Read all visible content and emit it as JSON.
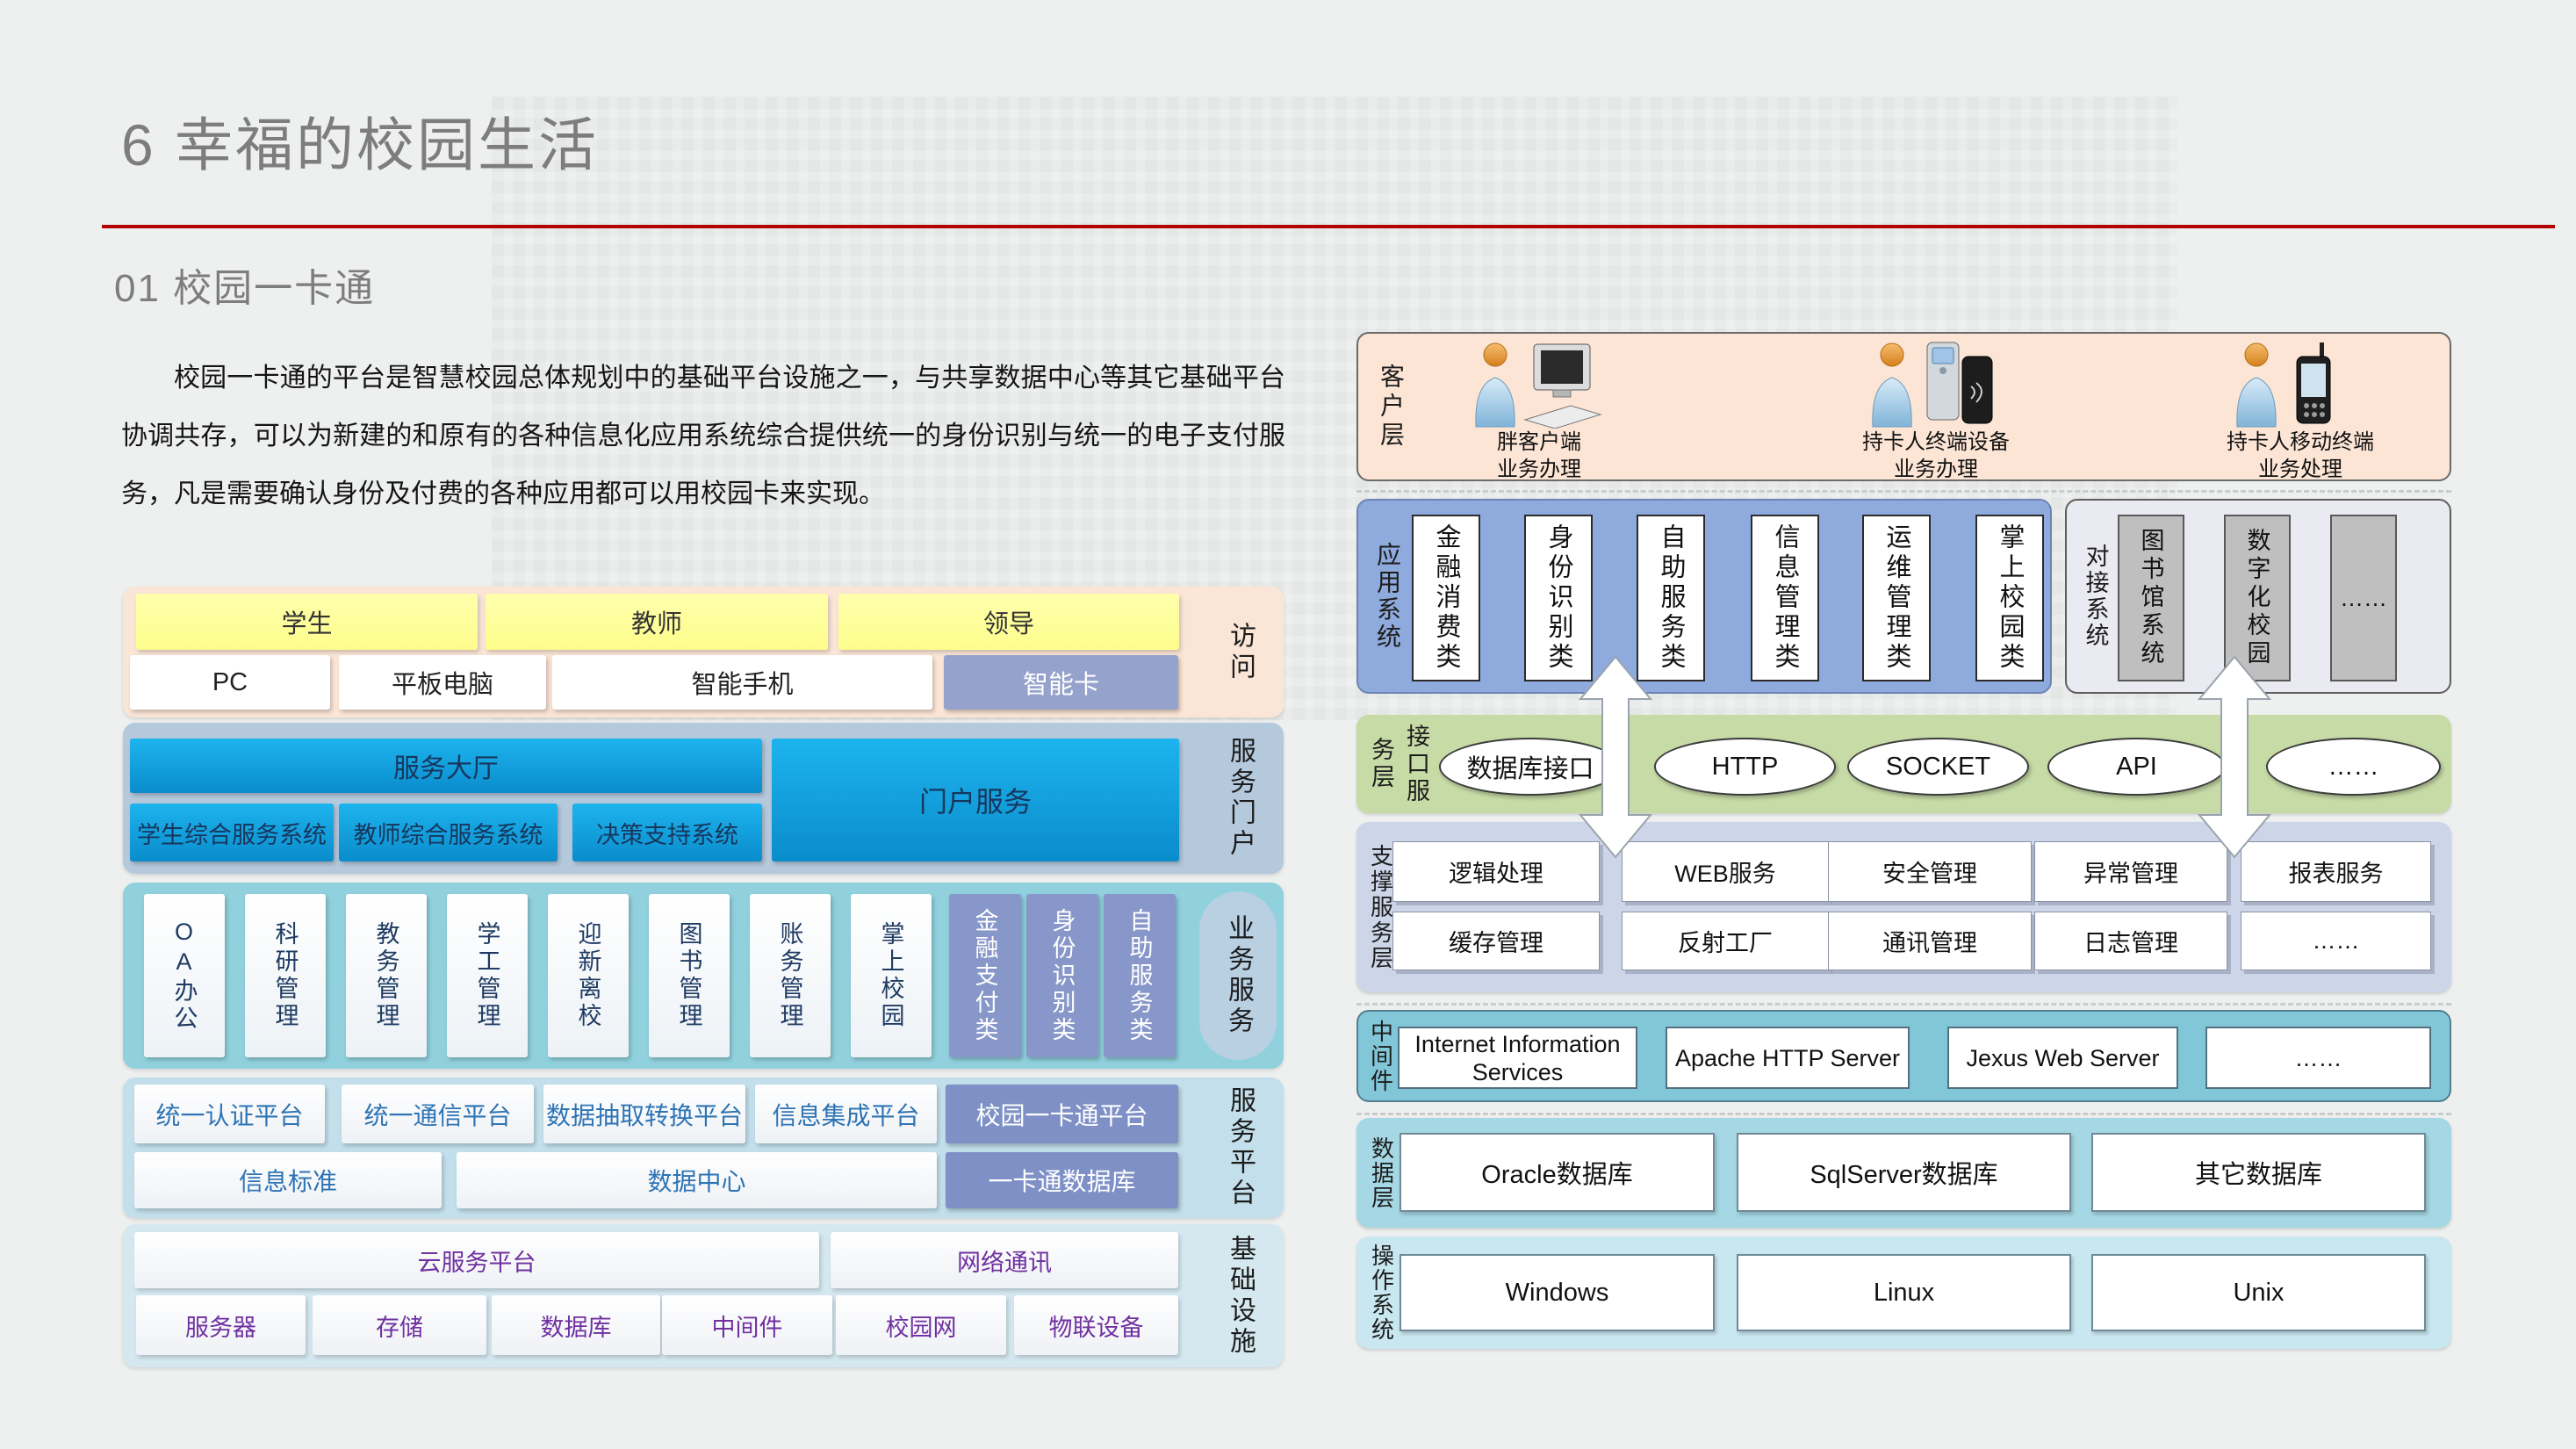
{
  "slide": {
    "title": "6 幸福的校园生活",
    "subtitle": "01 校园一卡通",
    "accent_color": "#b30000",
    "paragraph": "校园一卡通的平台是智慧校园总体规划中的基础平台设施之一，与共享数据中心等其它基础平台协调共存，可以为新建的和原有的各种信息化应用系统综合提供统一的身份识别与统一的电子支付服务，凡是需要确认身份及付费的各种应用都可以用校园卡来实现。"
  },
  "left_diagram": {
    "access": {
      "label": "访问",
      "users": [
        "学生",
        "教师",
        "领导"
      ],
      "devices": [
        "PC",
        "平板电脑",
        "智能手机"
      ],
      "device_highlight": "智能卡"
    },
    "portal": {
      "label": "服务门户",
      "hall": "服务大厅",
      "portal_service": "门户服务",
      "systems": [
        "学生综合服务系统",
        "教师综合服务系统",
        "决策支持系统"
      ]
    },
    "business": {
      "label": "业务服务",
      "white_items": [
        "OA办公",
        "科研管理",
        "教务管理",
        "学工管理",
        "迎新离校",
        "图书管理",
        "账务管理",
        "掌上校园"
      ],
      "purple_items": [
        "金融支付类",
        "身份识别类",
        "自助服务类"
      ]
    },
    "platform": {
      "label": "服务平台",
      "row1": [
        "统一认证平台",
        "统一通信平台",
        "数据抽取转换平台",
        "信息集成平台"
      ],
      "row1_highlight": "校园一卡通平台",
      "row2": [
        "信息标准",
        "数据中心"
      ],
      "row2_highlight": "一卡通数据库"
    },
    "infra": {
      "label": "基础设施",
      "row1": [
        "云服务平台",
        "网络通讯"
      ],
      "row2": [
        "服务器",
        "存储",
        "数据库",
        "中间件",
        "校园网",
        "物联设备"
      ]
    }
  },
  "right_diagram": {
    "client": {
      "label": "客户层",
      "groups": [
        {
          "caption1": "胖客户端",
          "caption2": "业务办理"
        },
        {
          "caption1": "持卡人终端设备",
          "caption2": "业务办理"
        },
        {
          "caption1": "持卡人移动终端",
          "caption2": "业务处理"
        }
      ]
    },
    "apps": {
      "label": "应用系统",
      "items": [
        "金融消费类",
        "身份识别类",
        "自助服务类",
        "信息管理类",
        "运维管理类",
        "掌上校园类"
      ]
    },
    "external": {
      "label": "对接系统",
      "items": [
        "图书馆系统",
        "数字化校园",
        "……"
      ]
    },
    "interface": {
      "label": "接口服务层",
      "items": [
        "数据库接口",
        "HTTP",
        "SOCKET",
        "API",
        "……"
      ]
    },
    "support": {
      "label": "支撑服务层",
      "row1": [
        "逻辑处理",
        "WEB服务",
        "安全管理",
        "异常管理",
        "报表服务"
      ],
      "row2": [
        "缓存管理",
        "反射工厂",
        "通讯管理",
        "日志管理",
        "……"
      ]
    },
    "middleware": {
      "label": "中间件",
      "items": [
        "Internet Information Services",
        "Apache HTTP Server",
        "Jexus Web Server",
        "……"
      ]
    },
    "data": {
      "label": "数据层",
      "items": [
        "Oracle数据库",
        "SqlServer数据库",
        "其它数据库"
      ]
    },
    "os": {
      "label": "操作系统",
      "items": [
        "Windows",
        "Linux",
        "Unix"
      ]
    }
  }
}
